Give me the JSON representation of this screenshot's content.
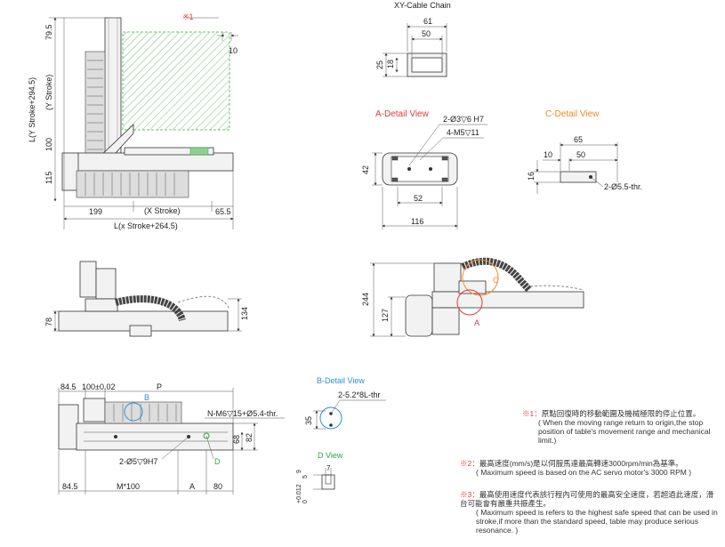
{
  "top_view": {
    "note_ref": "※1",
    "dim_79_5": "79.5",
    "dim_10": "10",
    "dim_L_y": "L(Y Stroke+294.5)",
    "dim_y_stroke": "(Y Stroke)",
    "dim_100": "100",
    "dim_115": "115",
    "dim_199": "199",
    "dim_x_stroke": "(X Stroke)",
    "dim_65_5": "65.5",
    "dim_L_x": "L(x Stroke+264.5)"
  },
  "cable_chain": {
    "title": "XY-Cable Chain",
    "dim_61": "61",
    "dim_50": "50",
    "dim_25": "25",
    "dim_18": "18"
  },
  "a_detail": {
    "title": "A-Detail View",
    "hole1": "2-Ø3▽6 H7",
    "hole2": "4-M5▽11",
    "dim_42": "42",
    "dim_52": "52",
    "dim_116": "116"
  },
  "c_detail": {
    "title": "C-Detail View",
    "dim_65": "65",
    "dim_10": "10",
    "dim_50": "50",
    "dim_16": "16",
    "hole": "2-Ø5.5-thr."
  },
  "front_view": {
    "dim_134": "134",
    "dim_78": "78"
  },
  "side_view": {
    "dim_244": "244",
    "dim_127": "127",
    "label_a": "A",
    "label_c": "C"
  },
  "bottom_view": {
    "dim_84_5_top": "84.5",
    "dim_100_tol": "100±0.02",
    "dim_P": "P",
    "label_b": "B",
    "holes_n": "N-M6▽15+Ø5.4-thr.",
    "dim_68": "68",
    "dim_82": "82",
    "holes_2": "2-Ø5▽9H7",
    "label_d": "D",
    "dim_84_5_bot": "84.5",
    "dim_M": "M*100",
    "dim_A": "A",
    "dim_80": "80"
  },
  "b_detail": {
    "title": "B-Detail View",
    "hole": "2-5.2*8L-thr",
    "dim_35": "35"
  },
  "d_view": {
    "title": "D View",
    "dim_7": "7",
    "tol": "+0.012",
    "tol2": "0",
    "dim_9": "9",
    "dim_5": "5"
  },
  "notes": [
    {
      "mark": "※1：",
      "zh": "原點回復時的移動範圍及機械極限的停止位置。",
      "en": "( When the moving range return to origin,the stop position of table's movement range and mechanical limit.)"
    },
    {
      "mark": "※2：",
      "zh": "最高速度(mm/s)是以伺服馬達最高轉速3000rpm/min為基準。",
      "en": "( Maximum speed is based on the AC servo motor's 3000 RPM )"
    },
    {
      "mark": "※3：",
      "zh": "最高使用速度代表該行程內可使用的最高安全速度，若超過此速度，滑台可能會有嚴重共振產生。",
      "en": "( Maximum speed is refers to the highest safe speed that can be used in stroke,if more than the standard speed, table may produce serious resonance. )"
    }
  ],
  "colors": {
    "red": "#e03a3a",
    "orange": "#f08a2a",
    "blue": "#2c8fd6",
    "green": "#2aa84a"
  }
}
